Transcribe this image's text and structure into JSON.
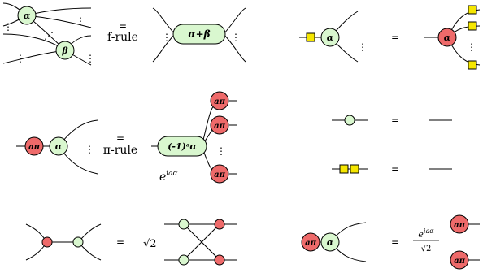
{
  "labels": {
    "alpha": "α",
    "beta": "β",
    "alpha_plus_beta": "α+β",
    "a_pi": "aπ",
    "neg_one_pow_a_alpha": "(-1)ᵃα",
    "f_rule": "f-rule",
    "pi_rule": "π-rule",
    "eq": "=",
    "dots_v": "⋮",
    "dots_d": "⋰",
    "phase": "e",
    "phase_exp": "iaα",
    "sqrt2": "√2",
    "frac_num": "e",
    "frac_num_exp": "iaα",
    "frac_den": "√2"
  },
  "colors": {
    "green_fill": "#d9f7cf",
    "red_fill": "#ee6a6a",
    "yellow_fill": "#f5e600",
    "stroke": "#000000"
  }
}
